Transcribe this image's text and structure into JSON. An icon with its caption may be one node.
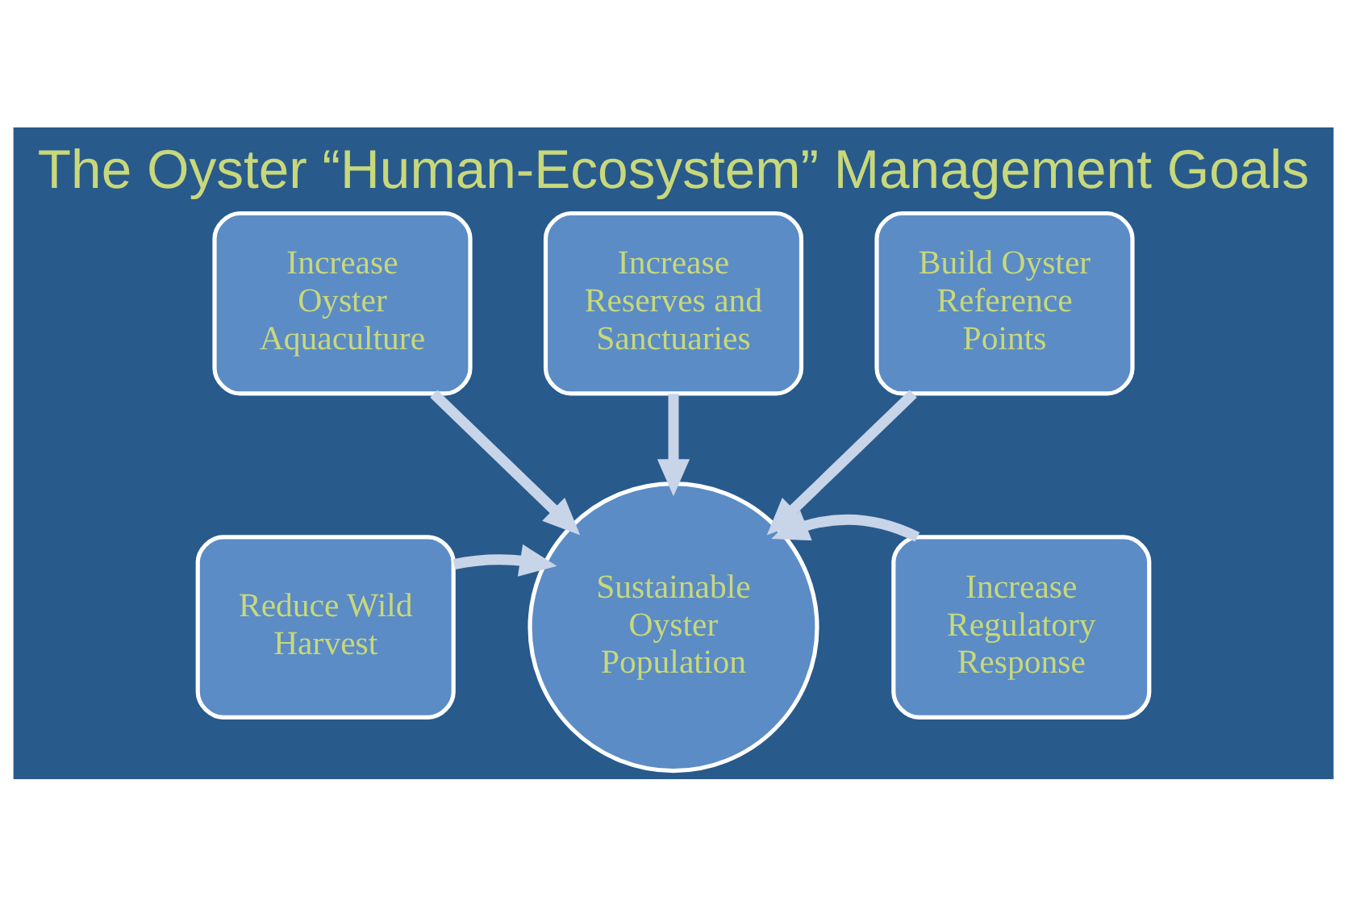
{
  "diagram": {
    "title": "The Oyster “Human-Ecosystem” Management Goals",
    "nodes": [
      {
        "text": [
          "Increase Reserves and Sanctuaries"
        ]
      },
      {
        "text": [
          "Increase Oyster Aquaculture"
        ]
      },
      {
        "text": [
          "Build Oyster Reference Points"
        ]
      },
      {
        "text": [
          "Reduce Wild Harvest"
        ]
      },
      {
        "text": [
          "Sustainable Oyster Population"
        ]
      },
      {
        "text": [
          "Increase Regulatory Response"
        ]
      }
    ],
    "edges": [
      {
        "from": 0,
        "to": 4,
        "arrow": "to"
      },
      {
        "from": 1,
        "to": 4,
        "arrow": "to"
      },
      {
        "from": 2,
        "to": 4,
        "arrow": "to"
      },
      {
        "from": 3,
        "to": 4,
        "arrow": "to"
      },
      {
        "from": 5,
        "to": 4,
        "arrow": "to"
      }
    ]
  }
}
